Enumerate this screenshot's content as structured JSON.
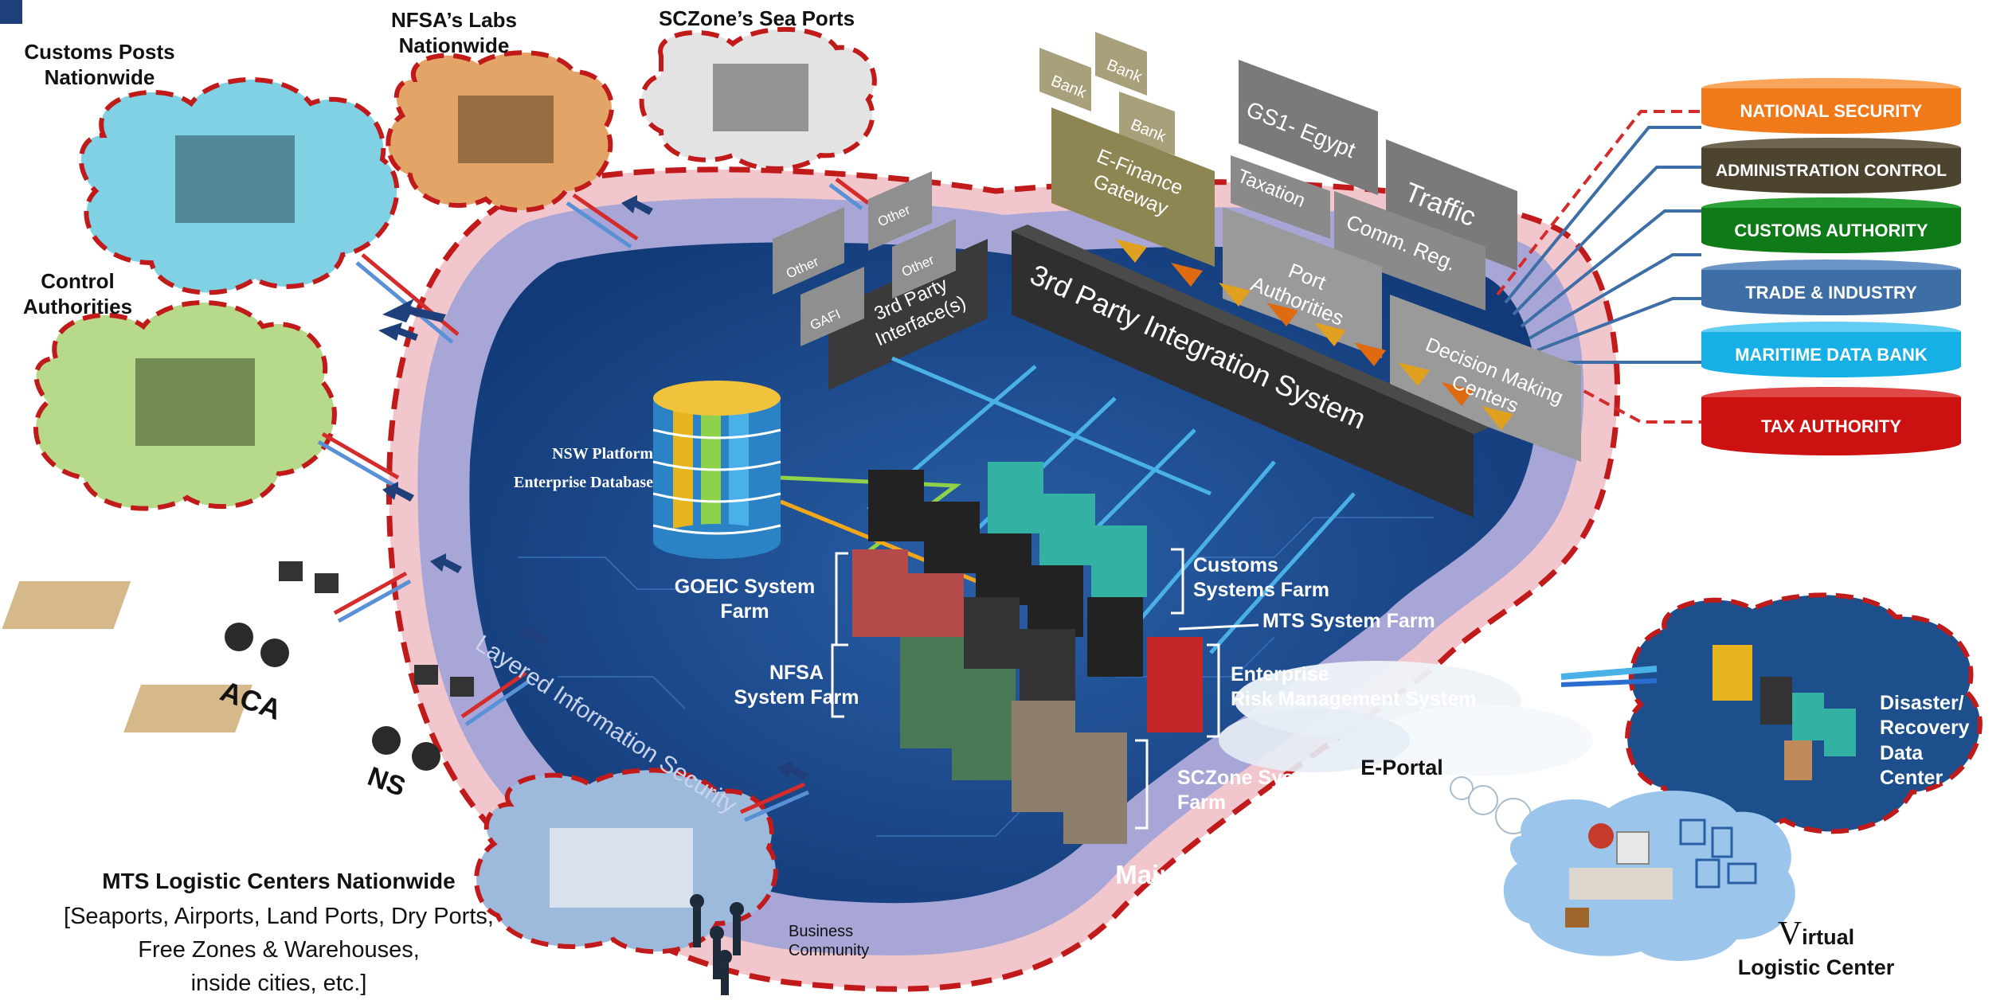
{
  "clouds": {
    "customs_posts": "Customs Posts\nNationwide",
    "nfsa_labs": "NFSA’s Labs\nNationwide",
    "sczone_ports": "SCZone’s Sea Ports",
    "control_authorities": "Control\nAuthorities"
  },
  "workstations": {
    "aca": "ACA",
    "ns": "NS"
  },
  "logistics": {
    "title": "MTS Logistic Centers Nationwide",
    "details": "[Seaports, Airports, Land Ports, Dry Ports,\nFree Zones & Warehouses,\ninside cities, etc.]",
    "business_community": "Business\nCommunity"
  },
  "main": {
    "main_data_center": "Main Data Center",
    "layered_security": "Layered Information Security",
    "integration_system": "3rd Party Integration System",
    "third_party_interfaces": "3rd Party\nInterface(s)",
    "nsw_platform": "NSW Platform\nEnterprise Database",
    "goeic": "GOEIC System\nFarm",
    "nfsa_farm": "NFSA\nSystem Farm",
    "customs_farm": "Customs\nSystems Farm",
    "mts_farm": "MTS System Farm",
    "erm": "Enterprise\nRisk Management System",
    "sczone_farm": "SCZone System\nFarm"
  },
  "external_boxes": {
    "banks": [
      "Bank",
      "Bank",
      "Bank"
    ],
    "efinance": "E-Finance\nGateway",
    "gs1": "GS1- Egypt",
    "traffic": "Traffic",
    "taxation": "Taxation",
    "comm_reg": "Comm. Reg.",
    "port_authorities": "Port\nAuthorities",
    "decision_making": "Decision Making\nCenters",
    "others": [
      "Other",
      "Other",
      "Other"
    ],
    "gafi": "GAFI"
  },
  "database_stack": [
    {
      "label": "NATIONAL SECURITY",
      "color": "#f07a1a"
    },
    {
      "label": "ADMINISTRATION CONTROL",
      "color": "#4d4430"
    },
    {
      "label": "CUSTOMS AUTHORITY",
      "color": "#0e7a18"
    },
    {
      "label": "TRADE & INDUSTRY",
      "color": "#3d6ea5"
    },
    {
      "label": "MARITIME DATA BANK",
      "color": "#17b0e6"
    },
    {
      "label": "TAX AUTHORITY",
      "color": "#cc1111"
    }
  ],
  "eportal": "E-Portal",
  "disaster_recovery": "Disaster/\nRecovery\nData\nCenter",
  "virtual_center": {
    "initial": "V",
    "rest": "irtual",
    "line2": "Logistic Center"
  }
}
